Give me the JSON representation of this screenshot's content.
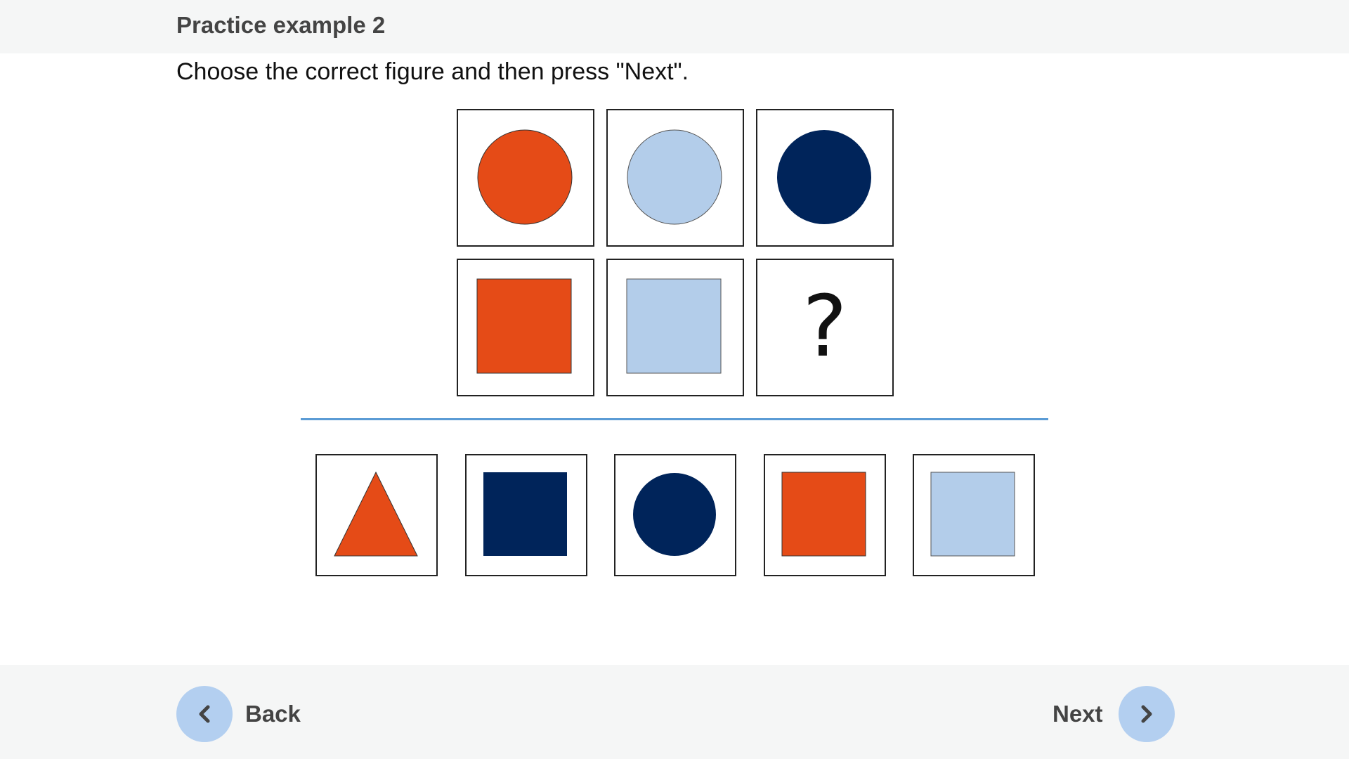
{
  "header": {
    "title": "Practice example 2"
  },
  "instruction": "Choose the correct figure and then press \"Next\".",
  "colors": {
    "orange": "#e54b17",
    "light_blue": "#b3cdea",
    "navy": "#00245a",
    "divider": "#5b9bd5",
    "nav_circle": "#b3cff0",
    "header_bg": "#f5f6f6"
  },
  "matrix": [
    {
      "shape": "circle",
      "color": "orange"
    },
    {
      "shape": "circle",
      "color": "light_blue"
    },
    {
      "shape": "circle",
      "color": "navy"
    },
    {
      "shape": "square",
      "color": "orange"
    },
    {
      "shape": "square",
      "color": "light_blue"
    },
    {
      "shape": "question",
      "label": "?"
    }
  ],
  "options": [
    {
      "shape": "triangle",
      "color": "orange"
    },
    {
      "shape": "square",
      "color": "navy"
    },
    {
      "shape": "circle",
      "color": "navy"
    },
    {
      "shape": "square",
      "color": "orange"
    },
    {
      "shape": "square",
      "color": "light_blue"
    }
  ],
  "nav": {
    "back_label": "Back",
    "next_label": "Next",
    "back_icon": "chevron-left-icon",
    "next_icon": "chevron-right-icon"
  }
}
